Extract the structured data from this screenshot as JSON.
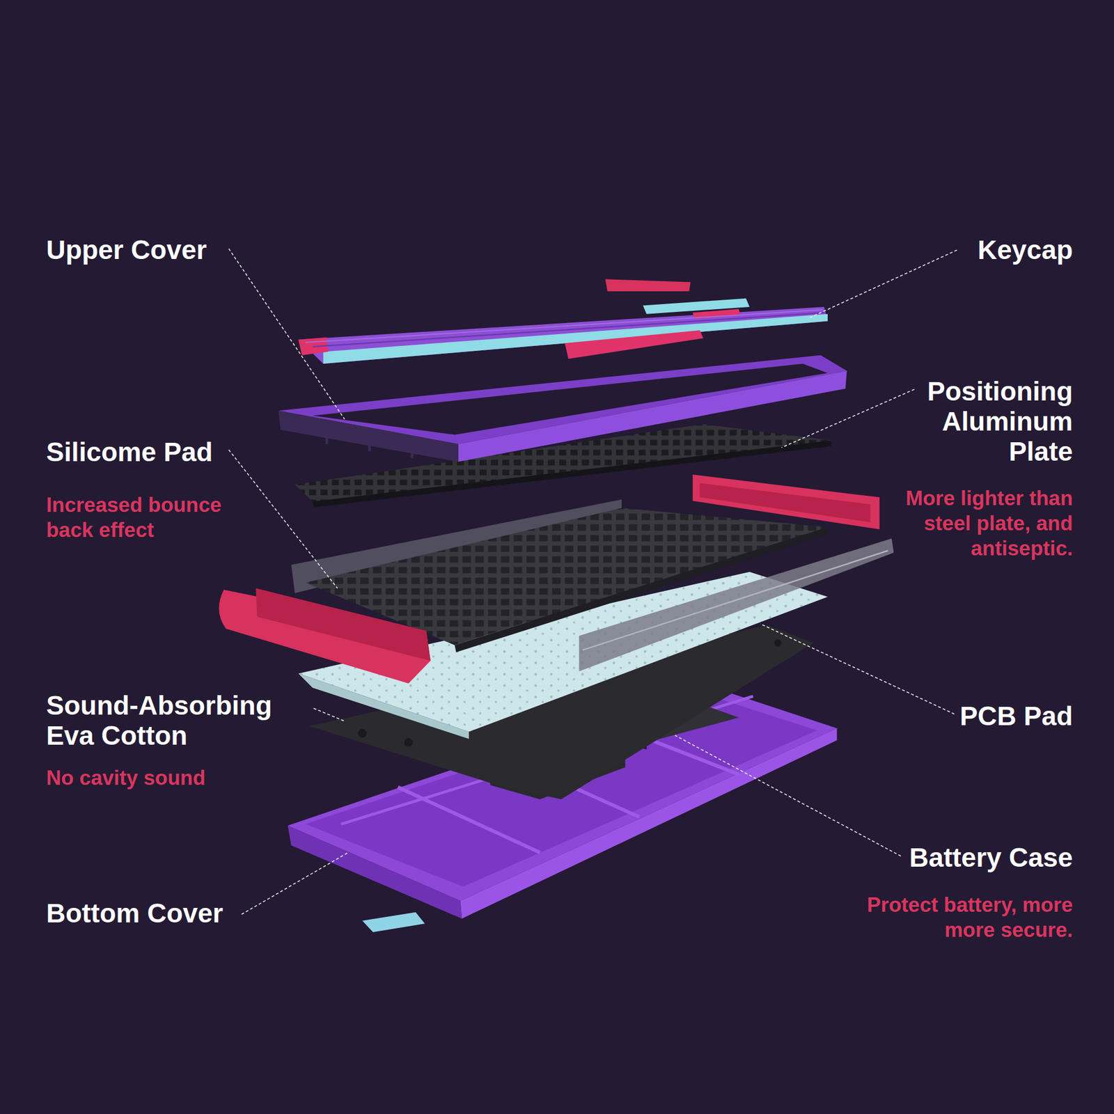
{
  "diagram": {
    "labels": [
      "Upper Cover",
      "Keycap",
      "Positioning Aluminum Plate",
      "More lighter than steel plate, and antiseptic.",
      "Silicome Pad",
      "Increased bounce back effect",
      "Sound-Absorbing Eva Cotton",
      "No cavity sound",
      "PCB Pad",
      "Battery Case",
      "Protect battery, more more secure.",
      "Bottom Cover"
    ]
  }
}
